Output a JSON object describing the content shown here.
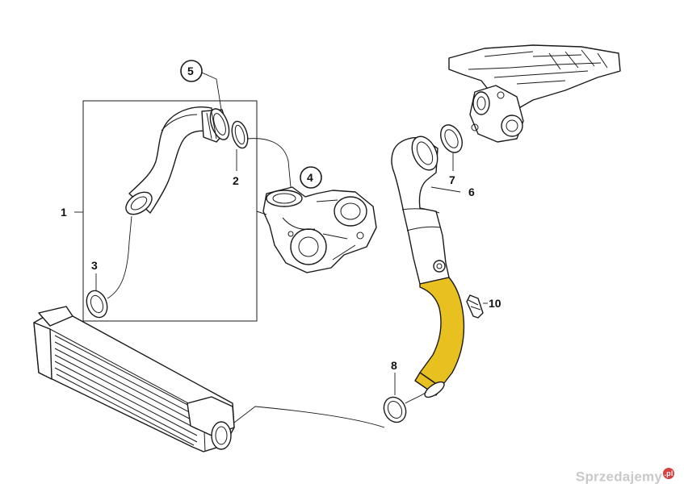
{
  "callouts": [
    {
      "id": "1",
      "label": "1"
    },
    {
      "id": "2",
      "label": "2"
    },
    {
      "id": "3",
      "label": "3"
    },
    {
      "id": "4",
      "label": "4"
    },
    {
      "id": "5",
      "label": "5"
    },
    {
      "id": "6",
      "label": "6"
    },
    {
      "id": "7",
      "label": "7"
    },
    {
      "id": "8",
      "label": "8"
    },
    {
      "id": "10",
      "label": "10"
    }
  ],
  "highlight_color": "#e8c020",
  "watermark": {
    "text": "Sprzedajemy",
    "suffix": ".pl"
  }
}
